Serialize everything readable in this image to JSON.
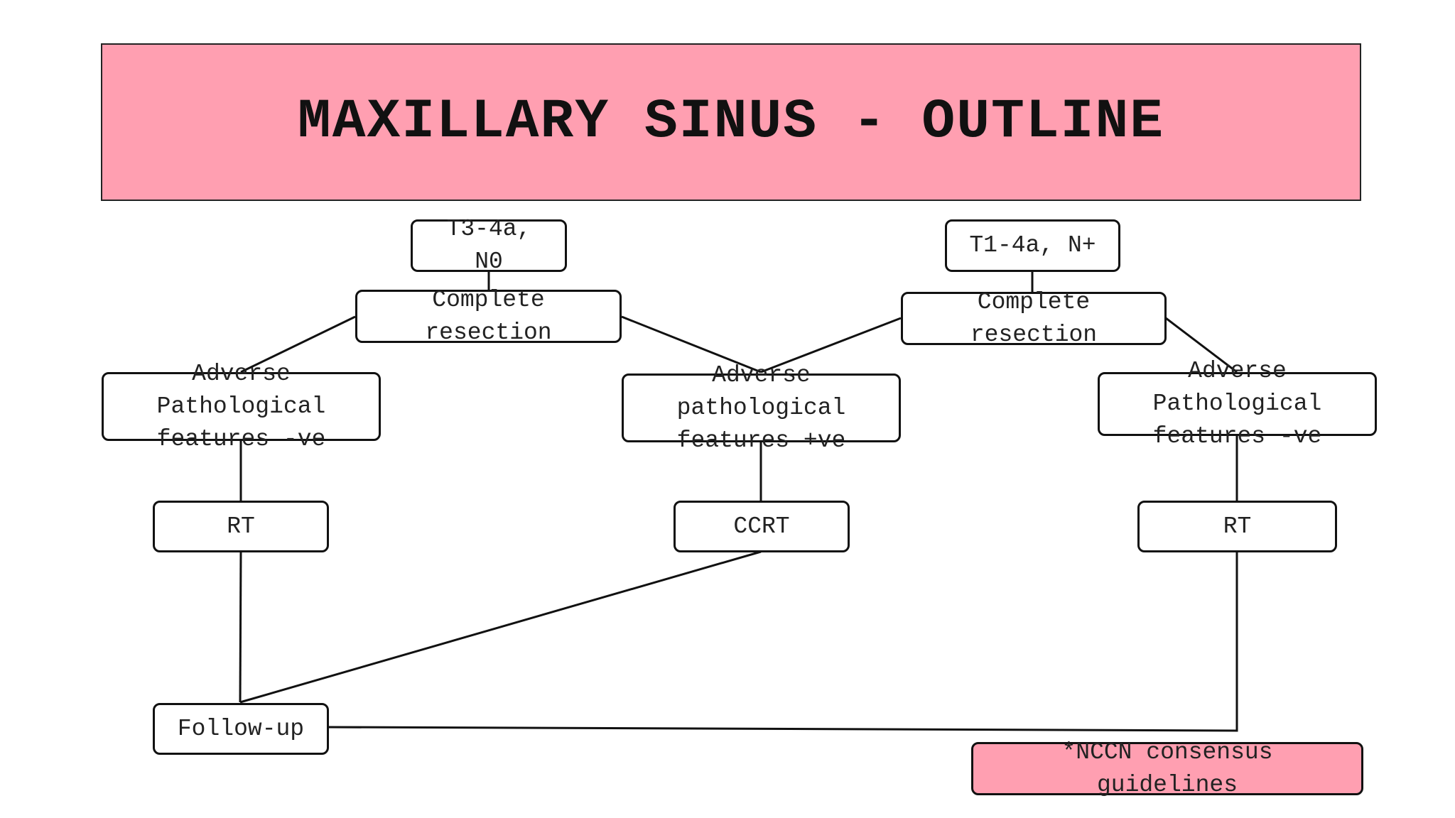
{
  "title": "MAXILLARY SINUS - OUTLINE",
  "nodes": {
    "stage_left": "T3-4a,\nN0",
    "stage_right": "T1-4a, N+",
    "resection_left": "Complete\nresection",
    "resection_right": "Complete\nresection",
    "adverse_neg_left": "Adverse\nPathological\nfeatures -ve",
    "adverse_pos_center": "Adverse\npathological\nfeatures +ve",
    "adverse_neg_right": "Adverse\nPathological\nfeatures -ve",
    "rt_left": "RT",
    "ccrt": "CCRT",
    "rt_right": "RT",
    "follow_up": "Follow-up"
  },
  "footnote": "*NCCN consensus\nguidelines",
  "colors": {
    "banner": "#ff9fb1",
    "note": "#ff9fb1",
    "border": "#111111"
  }
}
